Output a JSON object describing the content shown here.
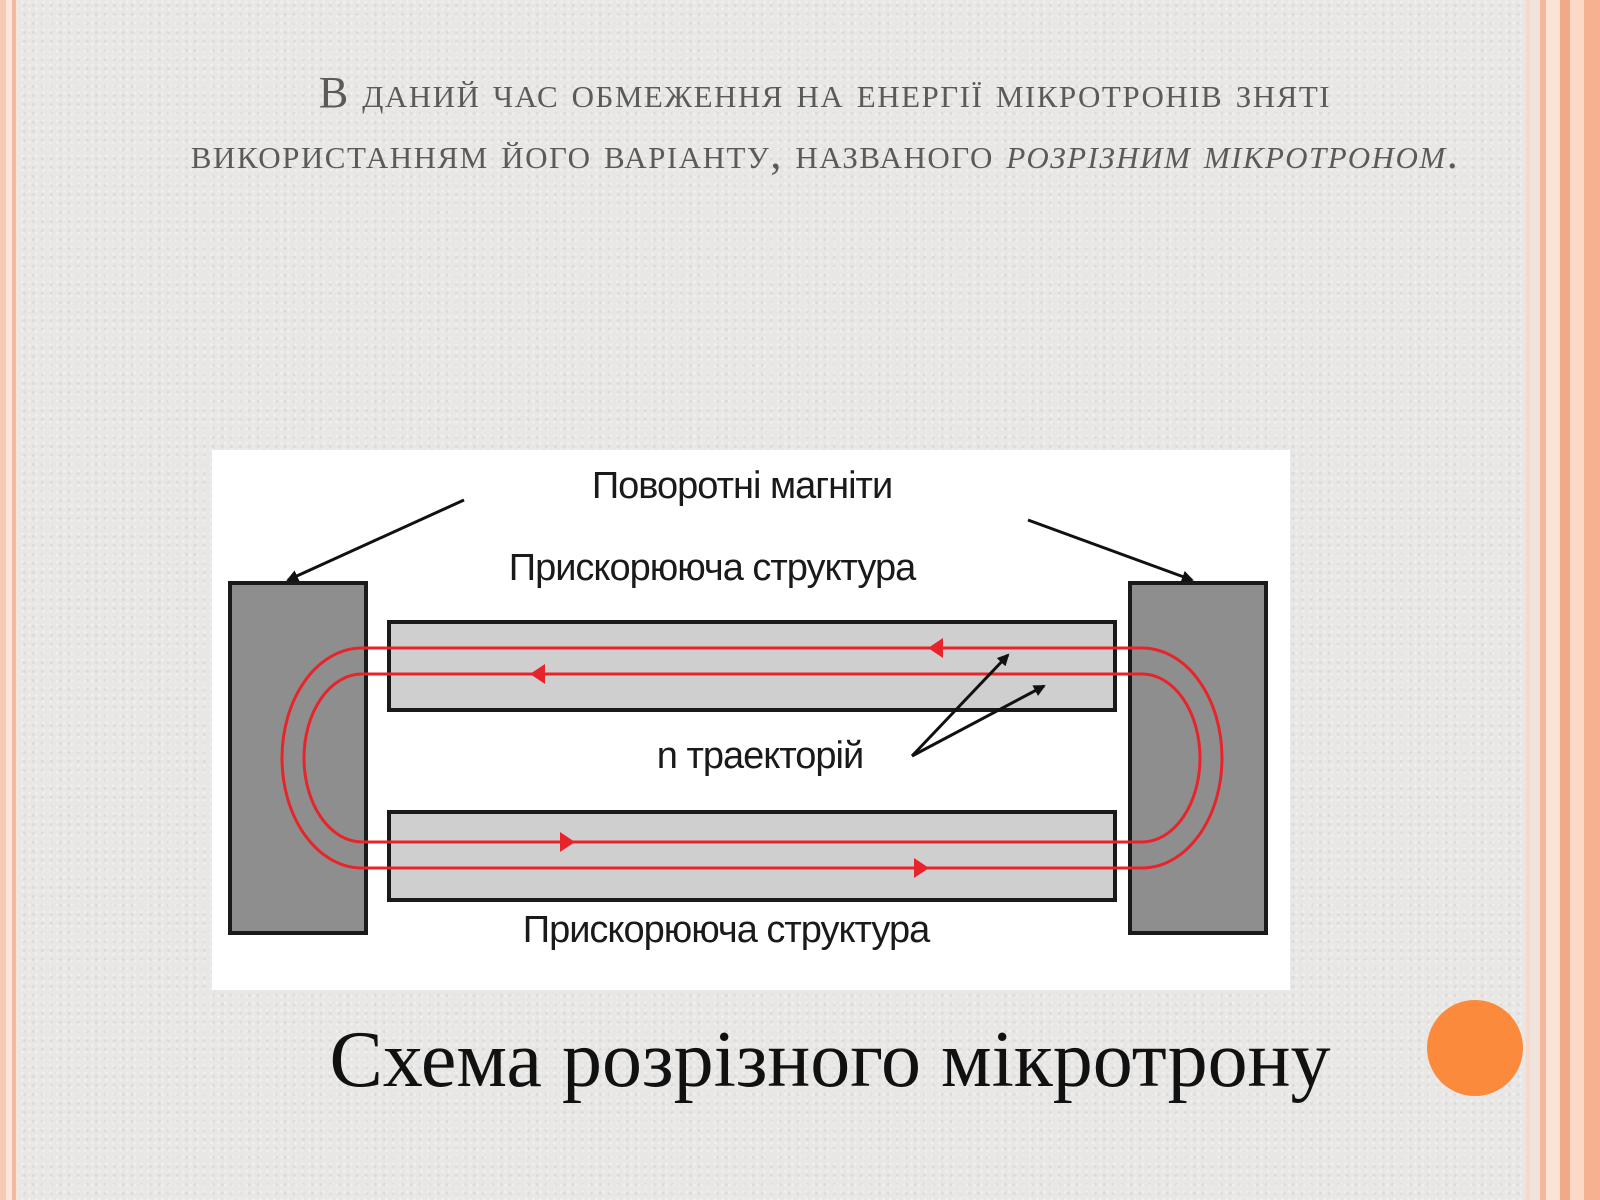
{
  "slide": {
    "heading_first": "В",
    "heading_rest": " даний час обмеження на енергії мікротронів зняті використанням його варіанту, названого ",
    "heading_emphasis": "розрізним мікротроном",
    "heading_end": ".",
    "caption": "Схема розрізного мікротрону"
  },
  "diagram": {
    "label_magnets": "Поворотні магніти",
    "label_structure_top": "Прискорююча структура",
    "label_trajectories": "n траекторій",
    "label_structure_bottom": "Прискорююча структура"
  },
  "colors": {
    "accent_orange": "#fb8a3d",
    "trajectory_red": "#e8242b",
    "magnet_gray": "#8e8e8e",
    "structure_gray": "#cfcfcf"
  }
}
